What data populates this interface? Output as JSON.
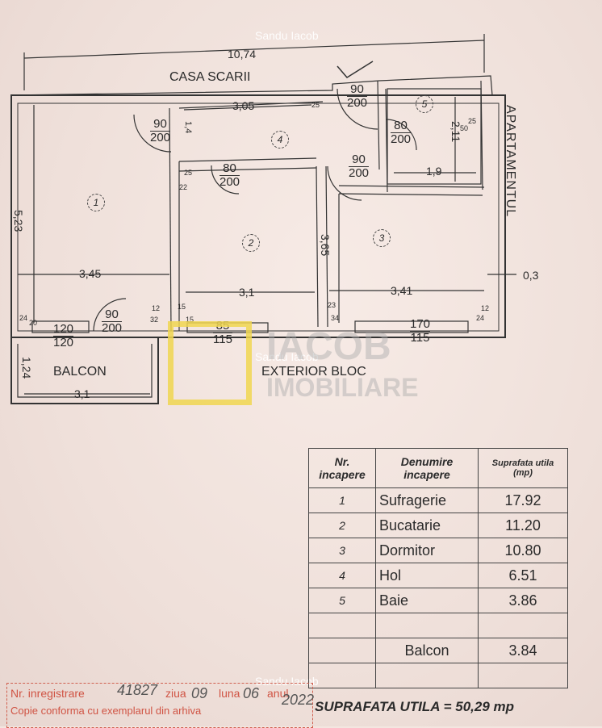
{
  "watermark": {
    "author": "Sandu Iacob"
  },
  "logo": {
    "word1": "IACOB",
    "word2": "IMOBILIARE"
  },
  "plan": {
    "overall_width": "10,74",
    "casa_scarii": "CASA SCARII",
    "apartamentul": "APARTAMENTUL",
    "balcon": "BALCON",
    "exterior_bloc": "EXTERIOR BLOC",
    "dims": {
      "hol_top": "3,05",
      "room1_width": "3,45",
      "room1_height": "5,23",
      "room2_width": "3,1",
      "room3_width": "3,41",
      "room3_height": "3,65",
      "baie_height": "2,11",
      "baie_width": "1,9",
      "wall": "0,3",
      "balcon_width": "3,1",
      "balcon_depth": "1,24",
      "hol_small": "1,4"
    },
    "small": {
      "s25a": "25",
      "s25b": "25",
      "s22": "22",
      "s25c": "25",
      "s12a": "12",
      "s12b": "12",
      "s24a": "24",
      "s24b": "24",
      "s15a": "15",
      "s15b": "15",
      "s23": "23",
      "s34": "34",
      "s32": "32",
      "s50": "50",
      "s20": "20"
    },
    "doors": [
      {
        "w": "90",
        "h": "200"
      },
      {
        "w": "90",
        "h": "200"
      },
      {
        "w": "80",
        "h": "200"
      },
      {
        "w": "80",
        "h": "200"
      },
      {
        "w": "90",
        "h": "200"
      },
      {
        "w": "90",
        "h": "200"
      }
    ],
    "windows": [
      {
        "w": "120",
        "h": "120"
      },
      {
        "w": "85",
        "h": "115"
      },
      {
        "w": "170",
        "h": "115"
      }
    ],
    "room_numbers": [
      "1",
      "2",
      "3",
      "4",
      "5"
    ]
  },
  "table": {
    "headers": {
      "nr": "Nr. incapere",
      "name": "Denumire incapere",
      "area": "Suprafata utila (mp)"
    },
    "rows": [
      {
        "nr": "1",
        "name": "Sufragerie",
        "area": "17.92"
      },
      {
        "nr": "2",
        "name": "Bucatarie",
        "area": "11.20"
      },
      {
        "nr": "3",
        "name": "Dormitor",
        "area": "10.80"
      },
      {
        "nr": "4",
        "name": "Hol",
        "area": "6.51"
      },
      {
        "nr": "5",
        "name": "Baie",
        "area": "3.86"
      },
      {
        "nr": "",
        "name": "",
        "area": ""
      },
      {
        "nr": "",
        "name": "Balcon",
        "area": "3.84"
      },
      {
        "nr": "",
        "name": "",
        "area": ""
      }
    ],
    "total": "SUPRAFATA UTILA = 50,29 mp"
  },
  "stamp": {
    "line1": "Nr. inregistrare",
    "nr": "41827",
    "ziua_label": "ziua",
    "ziua": "09",
    "luna_label": "luna",
    "luna": "06",
    "anul_label": "anul",
    "anul": "2022",
    "line2": "Copie conforma cu exemplarul din arhiva"
  },
  "colors": {
    "paper": "#f3e6e0",
    "ink": "#2a2a2a",
    "stamp": "#d05444",
    "logo_yellow": "#f0d650"
  }
}
